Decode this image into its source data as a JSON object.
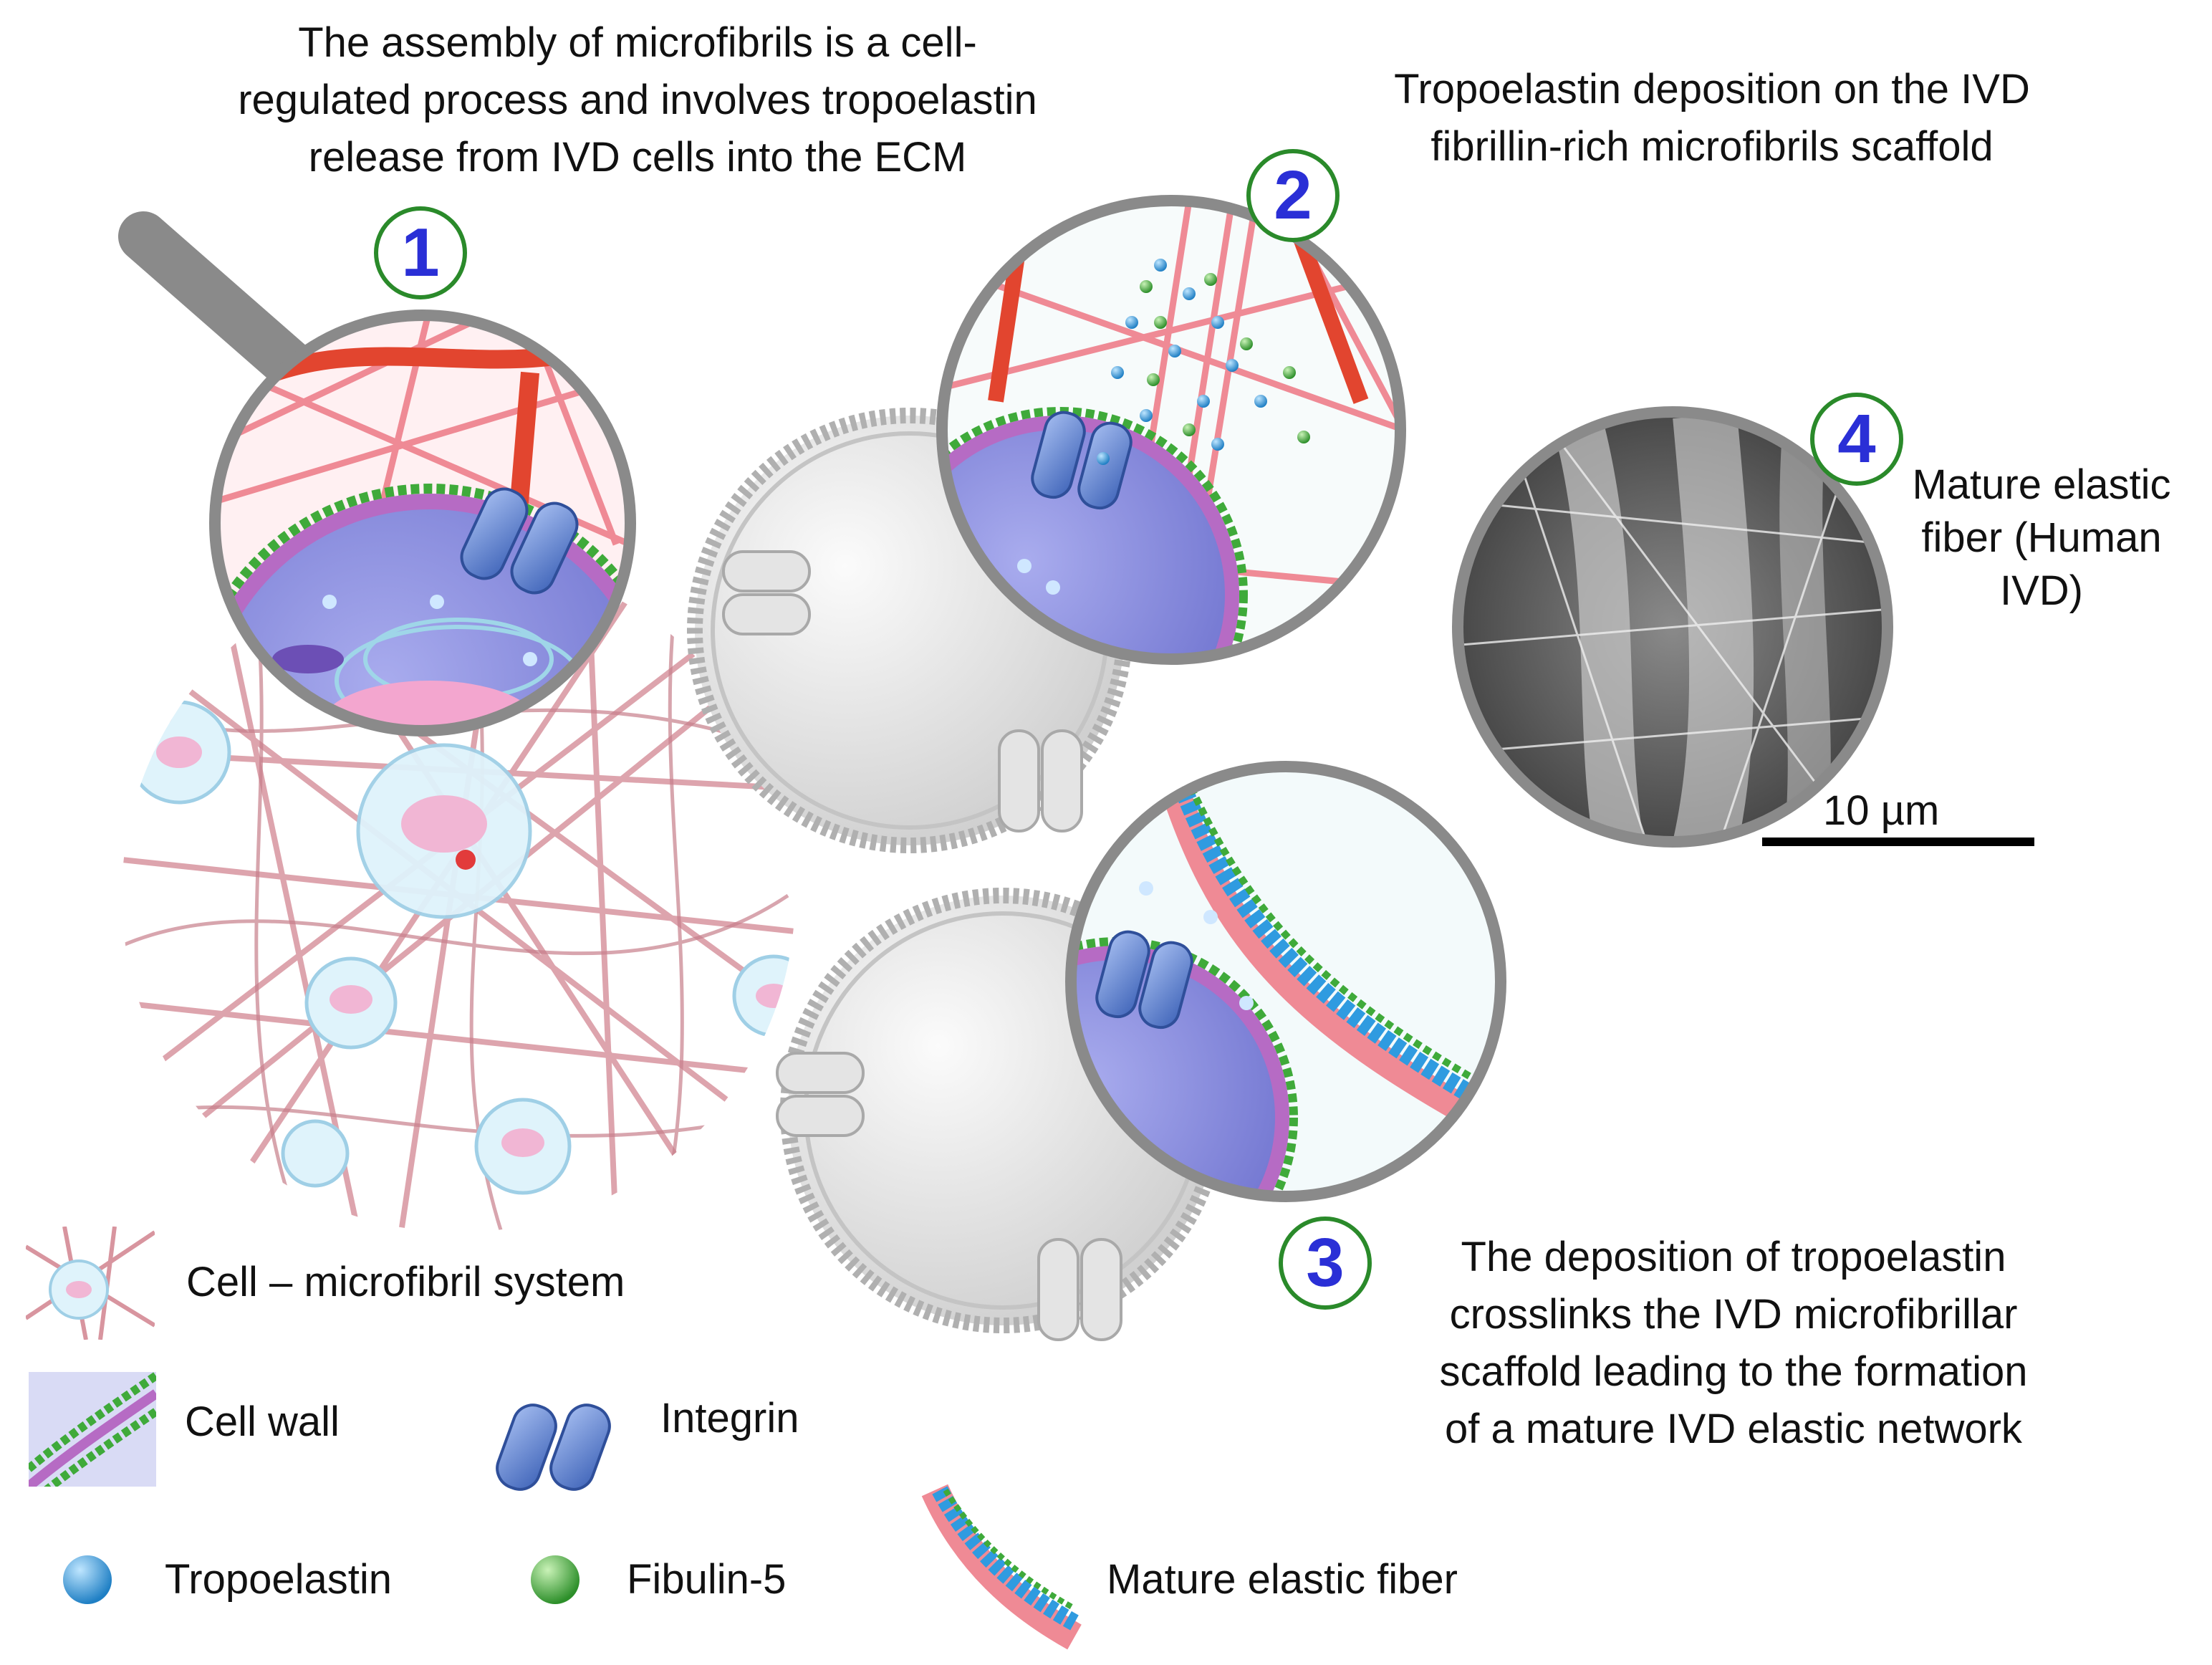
{
  "steps": [
    {
      "number": "1",
      "text": "The assembly of microfibrils is a cell-\nregulated process and involves tropoelastin\nrelease from IVD cells into the ECM"
    },
    {
      "number": "2",
      "text": "Tropoelastin deposition on the IVD\nfibrillin-rich microfibrils scaffold"
    },
    {
      "number": "3",
      "text": "The deposition of tropoelastin\ncrosslinks the IVD microfibrillar\nscaffold leading to the formation\nof a mature IVD elastic network"
    },
    {
      "number": "4",
      "text": "Mature elastic\nfiber (Human\nIVD)"
    }
  ],
  "scale_bar": {
    "label": "10 µm"
  },
  "legend": {
    "cell_microfibril": "Cell – microfibril system",
    "cell_wall": "Cell  wall",
    "integrin": "Integrin",
    "tropoelastin": "Tropoelastin",
    "fibulin5": "Fibulin-5",
    "mature_fiber": "Mature elastic fiber"
  },
  "colors": {
    "step_number": "#2a2fd6",
    "step_ring": "#2a8a2a",
    "microfibril": "#e8919a",
    "elastic_fiber_red": "#e2452f",
    "tropoelastin": "#2f9be0",
    "fibulin5": "#3faa3a",
    "integrin": "#5a7fc9",
    "cell_body": "#8f92e0"
  }
}
